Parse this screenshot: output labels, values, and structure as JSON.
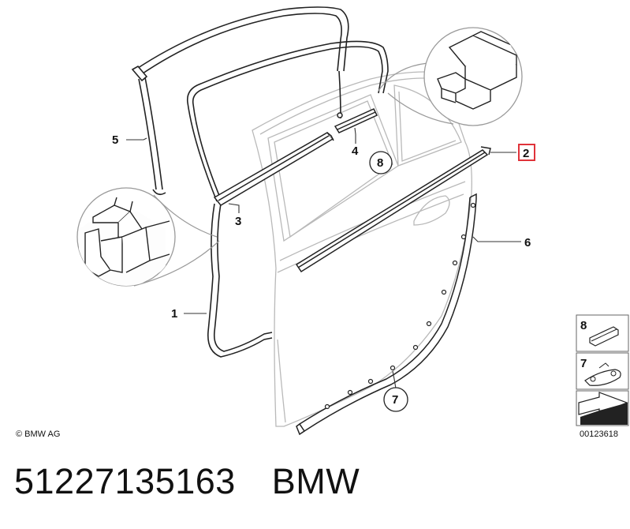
{
  "callouts": {
    "c1": "1",
    "c2": "2",
    "c3": "3",
    "c4": "4",
    "c5": "5",
    "c6": "6",
    "c7": "7",
    "c8": "8"
  },
  "copyright": "© BMW AG",
  "diagram_number": "00123618",
  "legend": {
    "item8": "8",
    "item7": "7"
  },
  "part_number": "51227135163",
  "brand": "BMW",
  "highlight_color": "#e0333a"
}
